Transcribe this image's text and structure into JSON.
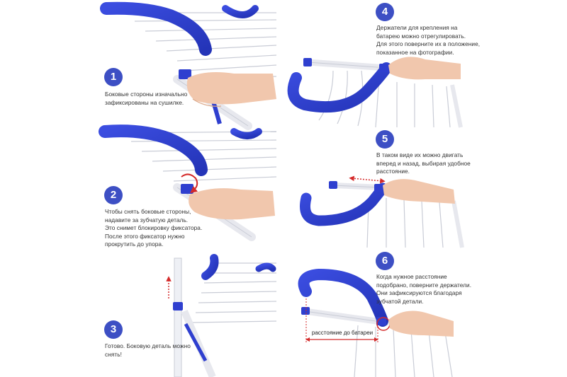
{
  "colors": {
    "accent_blue": "#2f3fcf",
    "badge_blue": "#3d4fc4",
    "red_marker": "#d42a2a",
    "skin": "#f1c7ad",
    "frame_white": "#f4f4f6",
    "frame_shadow": "#c9ccd6"
  },
  "steps": [
    {
      "number": "1",
      "text": "Боковые стороны изначально\nзафиксированы на сушилке."
    },
    {
      "number": "2",
      "text": "Чтобы снять боковые стороны,\nнадавите за зубчатую деталь.\nЭто снимет блокировку фиксатора.\nПосле этого фиксатор нужно\nпрокрутить до упора."
    },
    {
      "number": "3",
      "text": "Готово. Боковую деталь можно\nснять!"
    },
    {
      "number": "4",
      "text": "Держатели для крепления на\nбатарею можно отрегулировать.\nДля этого поверните их в положение,\nпоказанное на фотографии."
    },
    {
      "number": "5",
      "text": "В таком виде их можно двигать\nвперед и назад, выбирая удобное\nрасстояние."
    },
    {
      "number": "6",
      "text": "Когда нужное расстояние\nподобрано, поверните держатели.\nОни зафиксируются благодаря\nзубчатой детали."
    }
  ],
  "measurement_label": "расстояние до батареи",
  "icons": [
    "red-dotted-arrow",
    "rotation-arrow",
    "red-circle-marker"
  ]
}
